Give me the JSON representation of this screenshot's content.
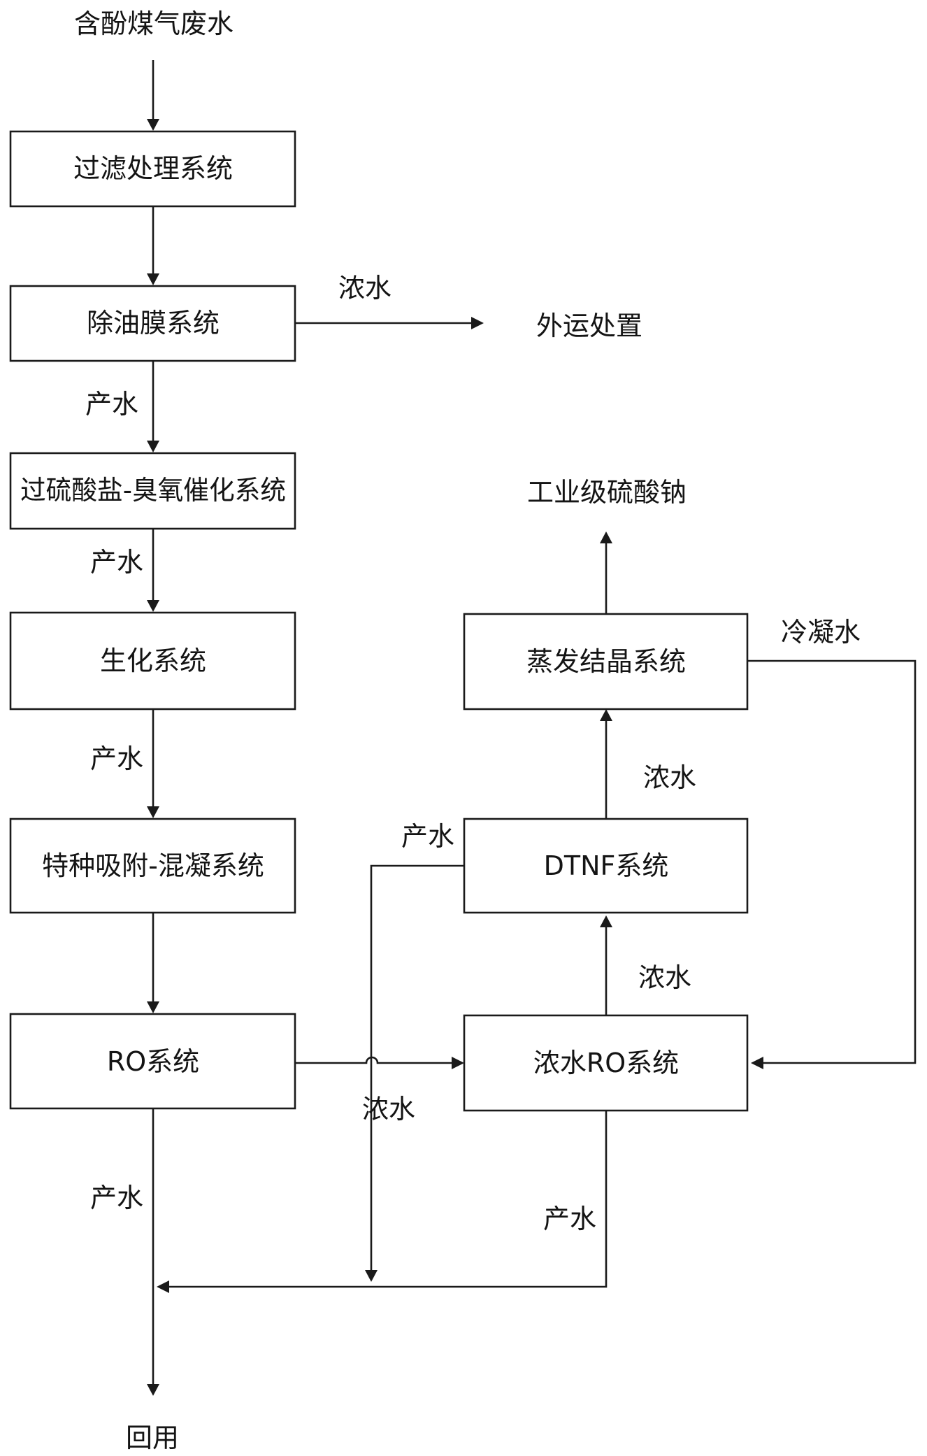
{
  "input": "含酚煤气废水",
  "boxes": {
    "filter": "过滤处理系统",
    "oil_membrane": "除油膜系统",
    "persulfate_ozone": "过硫酸盐-臭氧催化系统",
    "biochem": "生化系统",
    "adsorption": "特种吸附-混凝系统",
    "ro": "RO系统",
    "conc_ro": "浓水RO系统",
    "dtnf": "DTNF系统",
    "evap": "蒸发结晶系统"
  },
  "outputs": {
    "external_disposal": "外运处置",
    "sodium_sulfate": "工业级硫酸钠",
    "reuse": "回用"
  },
  "labels": {
    "oil_concentrate": "浓水",
    "oil_product": "产水",
    "persulfate_product": "产水",
    "biochem_product": "产水",
    "ro_concentrate": "浓水",
    "ro_product": "产水",
    "conc_ro_concentrate": "浓水",
    "conc_ro_product": "产水",
    "dtnf_concentrate": "浓水",
    "dtnf_product": "产水",
    "condensate": "冷凝水"
  }
}
